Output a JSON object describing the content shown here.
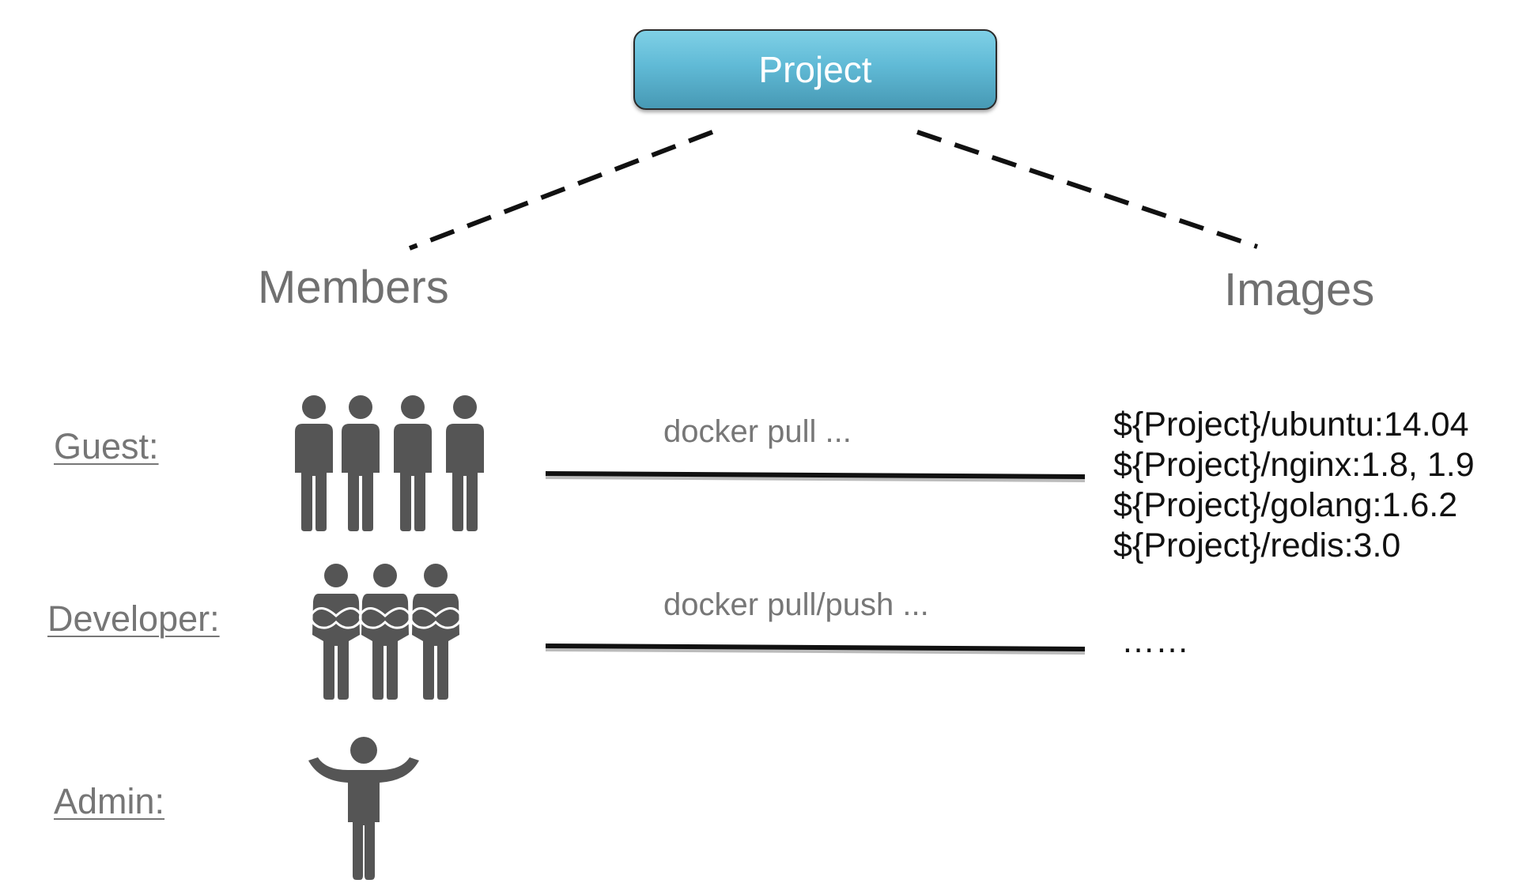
{
  "project": {
    "label": "Project"
  },
  "headings": {
    "members": "Members",
    "images": "Images"
  },
  "roles": [
    {
      "label": "Guest:",
      "command": "docker pull ..."
    },
    {
      "label": "Developer:",
      "command": "docker pull/push ..."
    },
    {
      "label": "Admin:",
      "command": ""
    }
  ],
  "images": [
    "${Project}/ubuntu:14.04",
    "${Project}/nginx:1.8,  1.9",
    "${Project}/golang:1.6.2",
    "${Project}/redis:3.0"
  ],
  "images_more": "……",
  "colors": {
    "project_fill": "#60bad6",
    "icon": "#555555",
    "heading_text": "#707070"
  },
  "icons": {
    "guest": "people-group-icon",
    "developer": "arms-crossed-people-icon",
    "admin": "person-arms-raised-icon"
  }
}
